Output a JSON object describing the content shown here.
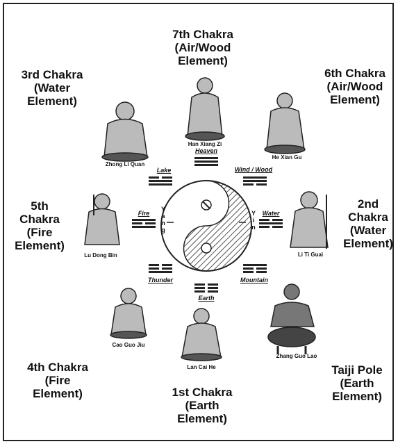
{
  "chakras": {
    "seventh": [
      "7th Chakra",
      "(Air/Wood",
      "Element)"
    ],
    "sixth": [
      "6th Chakra",
      "(Air/Wood",
      "Element)"
    ],
    "third": [
      "3rd Chakra",
      "(Water",
      "Element)"
    ],
    "fifth": [
      "5th",
      "Chakra",
      "(Fire",
      "Element)"
    ],
    "second": [
      "2nd",
      "Chakra",
      "(Water",
      "Element)"
    ],
    "fourth": [
      "4th Chakra",
      "(Fire",
      "Element)"
    ],
    "first": [
      "1st Chakra",
      "(Earth",
      "Element)"
    ],
    "taiji": [
      "Taiji Pole",
      "(Earth",
      "Element)"
    ]
  },
  "immortals": {
    "han_xiang_zi": "Han Xiang Zi",
    "he_xian_gu": "He Xian Gu",
    "zhong_li_quan": "Zhong Li Quan",
    "lu_dong_bin": "Lu Dong Bin",
    "li_ti_guai": "Li Ti Guai",
    "cao_guo_jiu": "Cao Guo Jiu",
    "lan_cai_he": "Lan Cai He",
    "zhang_guo_lao": "Zhang Guo Lao"
  },
  "trigrams": {
    "heaven": "Heaven",
    "lake": "Lake",
    "wind_wood": "Wind / Wood",
    "fire": "Fire",
    "water": "Water",
    "thunder": "Thunder",
    "mountain": "Mountain",
    "earth": "Earth"
  },
  "yang": [
    "Y",
    "a",
    "n",
    "g"
  ],
  "yin": [
    "Y",
    "i",
    "n"
  ]
}
